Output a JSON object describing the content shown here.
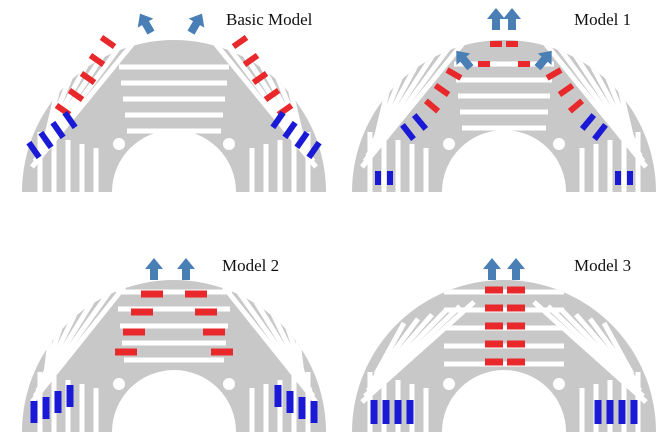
{
  "panels": [
    {
      "label": "Basic Model",
      "variant": "basic"
    },
    {
      "label": "Model 1",
      "variant": "model1"
    },
    {
      "label": "Model 2",
      "variant": "model2"
    },
    {
      "label": "Model 3",
      "variant": "model3"
    }
  ],
  "colors": {
    "rotor": "#c8c8c8",
    "slot": "#ffffff",
    "magnet_inner": "#e8282a",
    "magnet_outer": "#1a1ad6",
    "arrow": "#4a7fb5"
  }
}
